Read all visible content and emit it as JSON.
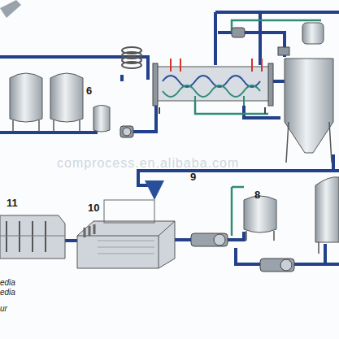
{
  "diagram": {
    "labels": [
      "6",
      "comprocess.en.alibaba.com",
      "9",
      "8",
      "11",
      "10",
      "edia",
      "edia",
      "ur"
    ]
  }
}
